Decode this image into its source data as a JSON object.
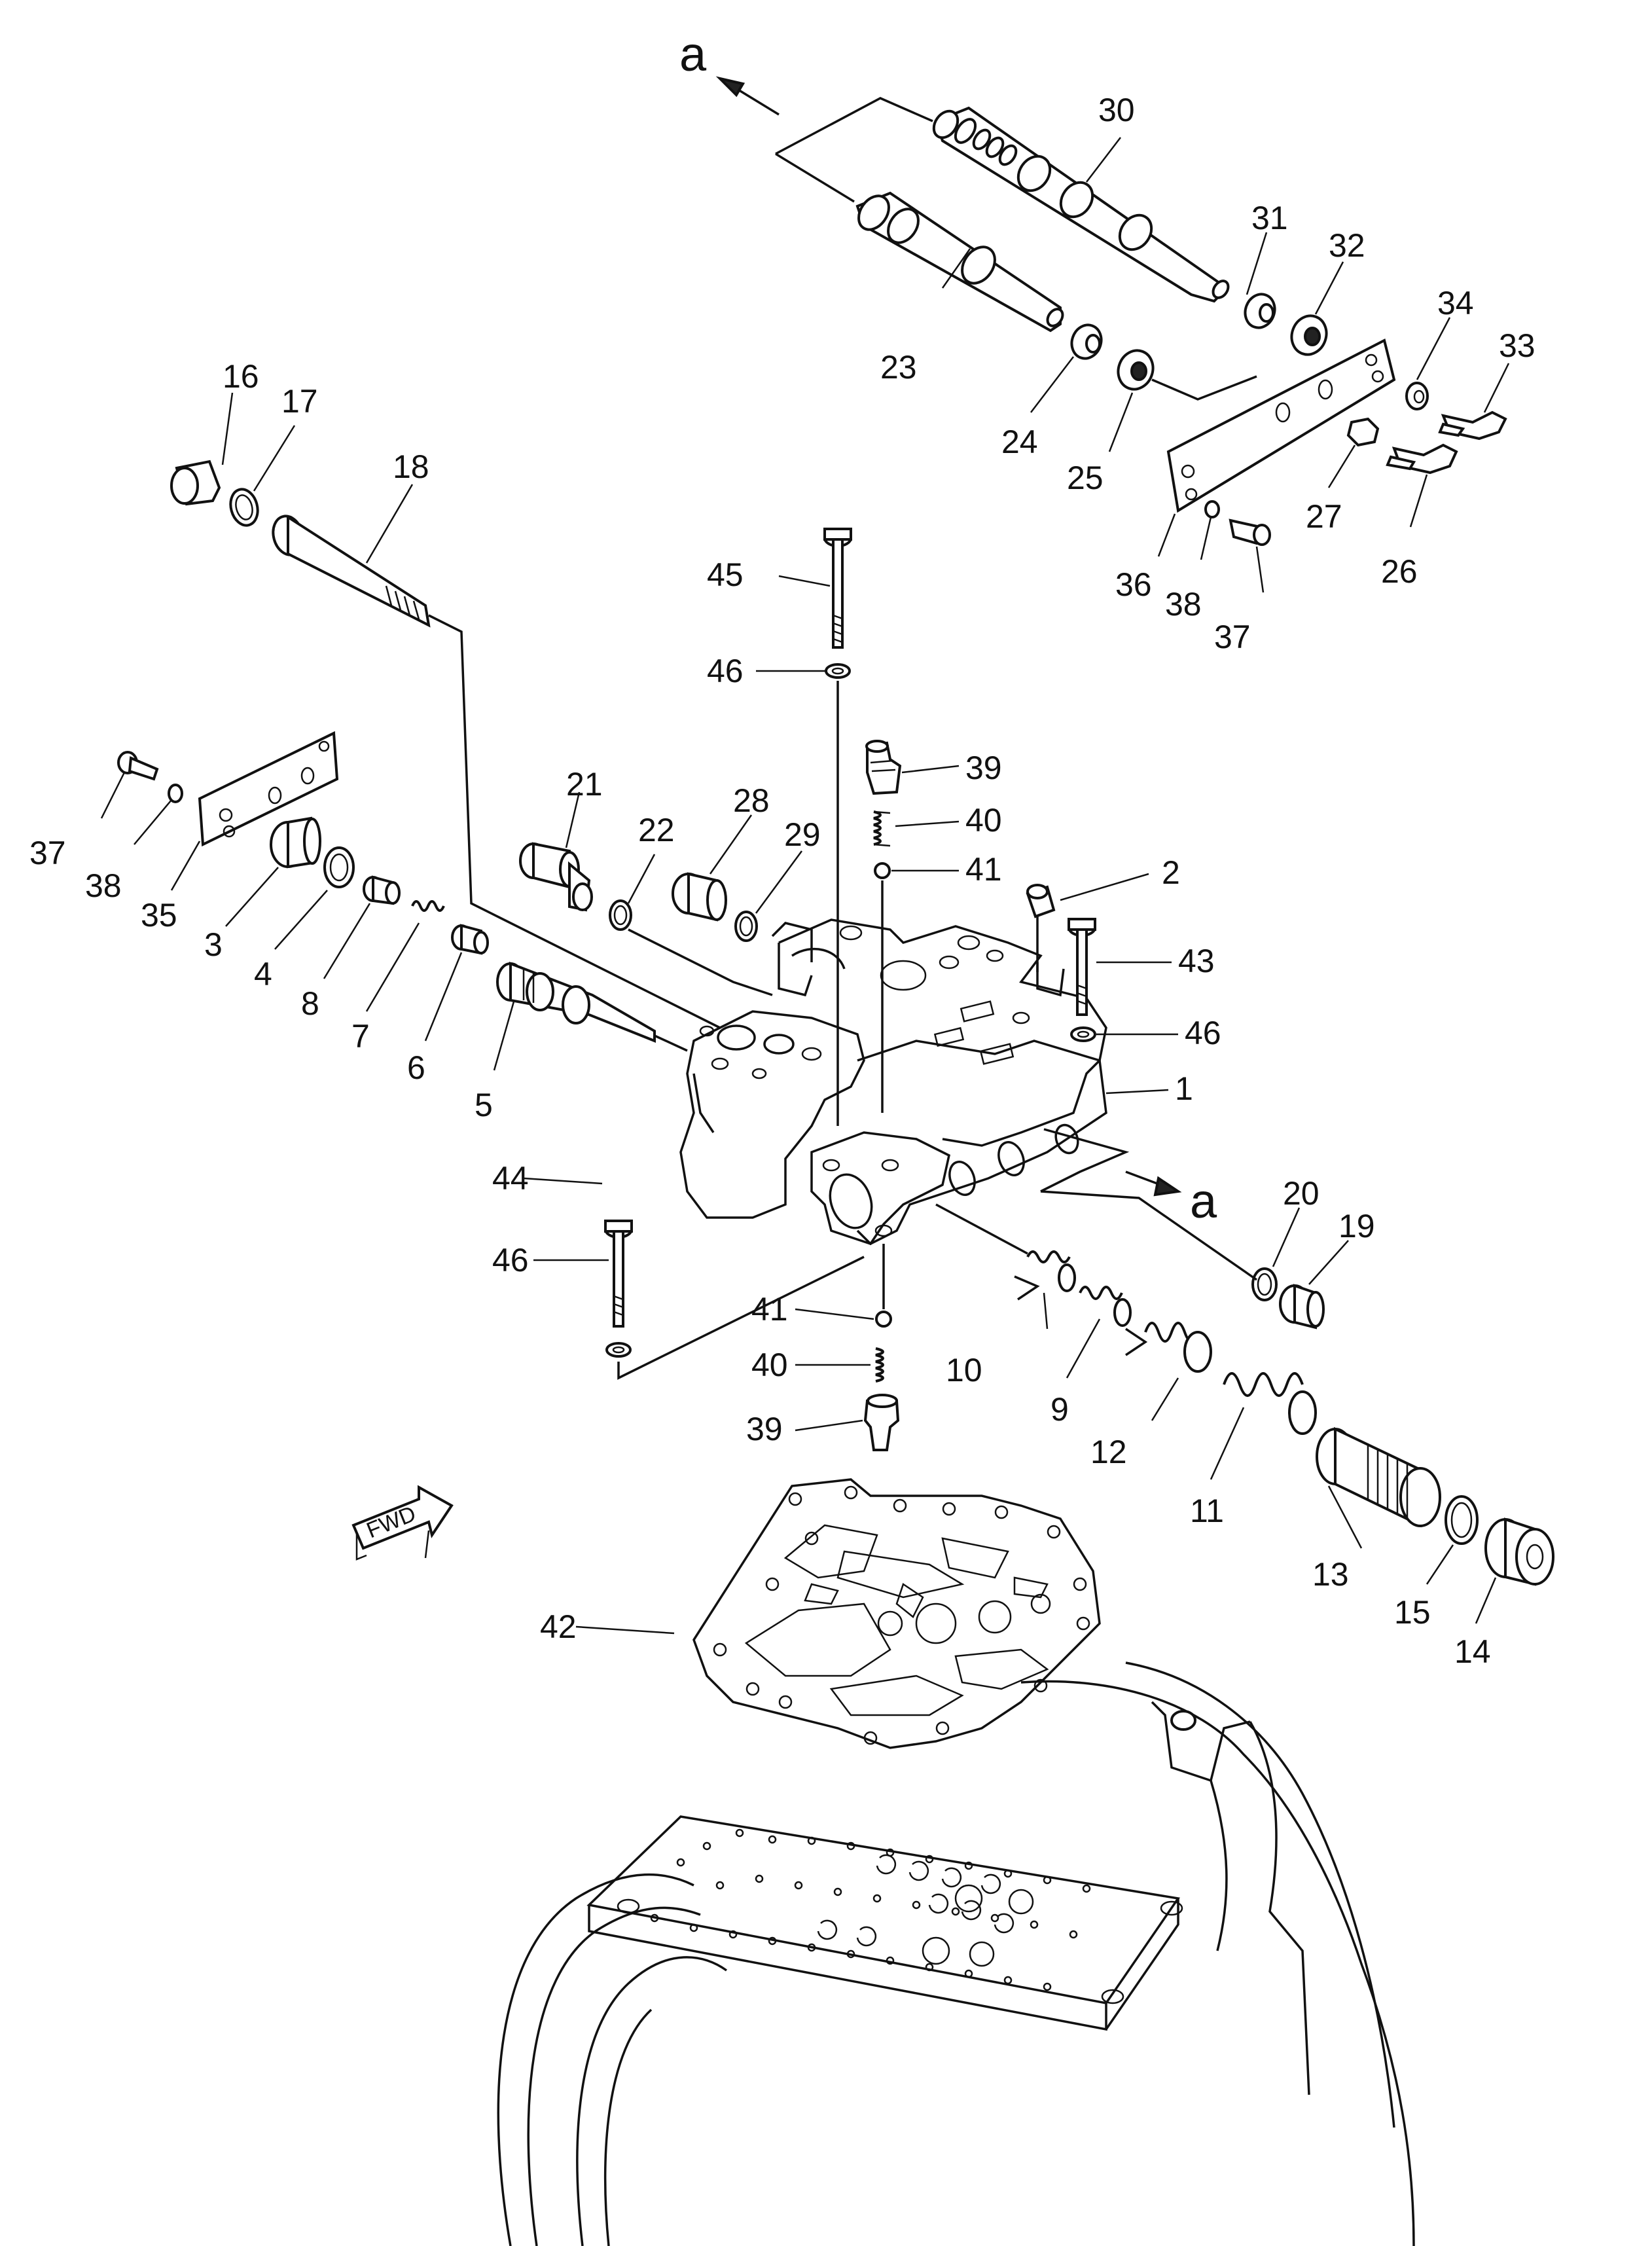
{
  "labels": {
    "l1": "1",
    "l2": "2",
    "l3": "3",
    "l4": "4",
    "l5": "5",
    "l6": "6",
    "l7": "7",
    "l8": "8",
    "l9": "9",
    "l10": "10",
    "l11": "11",
    "l12": "12",
    "l13": "13",
    "l14": "14",
    "l15": "15",
    "l16": "16",
    "l17": "17",
    "l18": "18",
    "l19": "19",
    "l20": "20",
    "l21": "21",
    "l22": "22",
    "l23": "23",
    "l24": "24",
    "l25": "25",
    "l26": "26",
    "l27": "27",
    "l28": "28",
    "l29": "29",
    "l30": "30",
    "l31": "31",
    "l32": "32",
    "l33": "33",
    "l34": "34",
    "l35": "35",
    "l36": "36",
    "l37a": "37",
    "l37b": "37",
    "l38a": "38",
    "l38b": "38",
    "l39a": "39",
    "l39b": "39",
    "l40a": "40",
    "l40b": "40",
    "l41a": "41",
    "l41b": "41",
    "l42": "42",
    "l43": "43",
    "l44": "44",
    "l45": "45",
    "l46a": "46",
    "l46b": "46",
    "l46c": "46",
    "ref_a_top": "a",
    "ref_a_mid": "a",
    "fwd": "FWD"
  },
  "colors": {
    "ink": "#111111",
    "paper": "#ffffff"
  }
}
